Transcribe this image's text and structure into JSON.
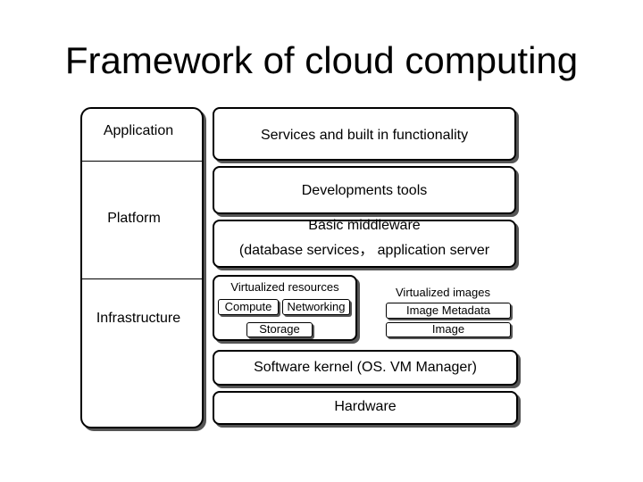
{
  "title": "Framework of cloud computing",
  "left_column": {
    "application": "Application",
    "platform": "Platform",
    "infrastructure": "Infrastructure"
  },
  "right_column": {
    "services": "Services and built in functionality",
    "dev_tools": "Developments tools",
    "middleware_line1": "Basic  middleware",
    "middleware_line2": "(database services， application server",
    "virtualized_resources": {
      "title": "Virtualized resources",
      "compute": "Compute",
      "networking": "Networking",
      "storage": "Storage"
    },
    "virtualized_images": {
      "title": "Virtualized images",
      "image_metadata": "Image Metadata",
      "image": "Image"
    },
    "software_kernel": "Software kernel (OS. VM Manager)",
    "hardware": "Hardware"
  }
}
